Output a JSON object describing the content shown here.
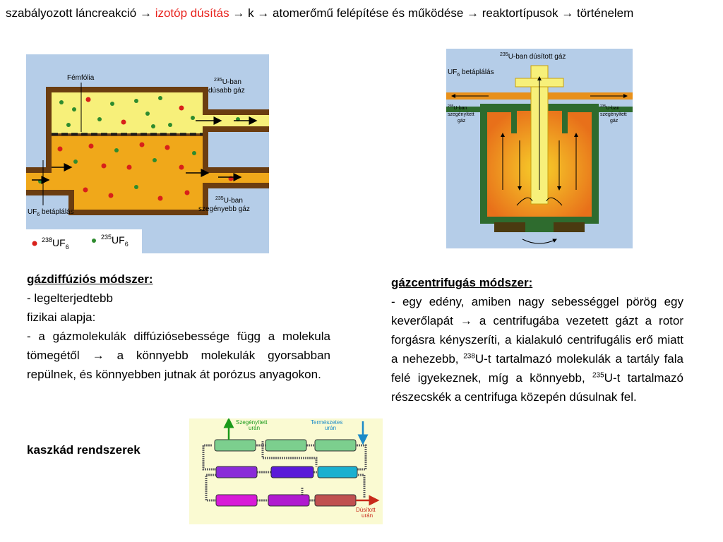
{
  "breadcrumb": {
    "items": [
      {
        "label": "szabályozott láncreakció",
        "active": false
      },
      {
        "label": "izotóp dúsítás",
        "active": true
      },
      {
        "label": "k",
        "active": false
      },
      {
        "label": "atomerőmű felépítése és működése",
        "active": false
      },
      {
        "label": "reaktortípusok",
        "active": false
      },
      {
        "label": "történelem",
        "active": false
      }
    ],
    "separator": "→"
  },
  "diffusion_figure": {
    "foil_label": "Fémfólia",
    "enriched_sup": "235",
    "enriched_label_1": "U-ban",
    "enriched_label_2": "dúsabb gáz",
    "depleted_sup": "235",
    "depleted_label_1": "U-ban",
    "depleted_label_2": "szegényebb gáz",
    "feed_label": "UF",
    "feed_sub": "6",
    "feed_label_end": " betáplálás",
    "legend_238_sup": "238",
    "legend_238_label": "UF",
    "legend_235_sup": "235",
    "legend_235_label": "UF",
    "legend_sub": "6",
    "colors": {
      "background": "#b5cde8",
      "light_gas": "#f7f07a",
      "heavy_gas": "#f0a81a",
      "wall": "#6b3d10",
      "heavy_dot": "#d8201a",
      "light_dot": "#2e8b2e"
    }
  },
  "centrifuge_figure": {
    "top_sup": "235",
    "top_label": "U-ban dúsított gáz",
    "feed_label": "UF",
    "feed_sub": "6",
    "feed_label_end": " betáplálás",
    "left_sup": "235",
    "left_label_1": "U-ban",
    "left_label_2": "szegényített",
    "left_label_3": "gáz",
    "right_sup": "235",
    "right_label_1": "U-ban",
    "right_label_2": "szegényített",
    "right_label_3": "gáz",
    "colors": {
      "background": "#b5cde8",
      "wall": "#2e6b2e",
      "pipe": "#e8901a",
      "core": "#f7f07a"
    }
  },
  "cascade_figure": {
    "depleted_label_1": "Szegényített",
    "depleted_label_2": "urán",
    "natural_label_1": "Természetes",
    "natural_label_2": "urán",
    "enriched_label_1": "Dúsított",
    "enriched_label_2": "urán",
    "colors": {
      "background": "#fafad2",
      "stage_1": "#7ccf8e",
      "stage_2": "#5fb8a8",
      "stage_3": "#8a2bd8",
      "stage_4": "#1ab0d0",
      "stage_5": "#d81ad8",
      "stage_6": "#c05050"
    }
  },
  "gas_diffusion": {
    "heading": "gázdiffúziós módszer:",
    "line1": "- legelterjedtebb",
    "line2": "fizikai alapja:",
    "line3": "- a gázmolekulák diffúziósebessége függ a molekula tömegétől → a könnyebb molekulák gyorsabban repülnek, és könnyebben jutnak át porózus anyagokon."
  },
  "cascade": {
    "heading": "kaszkád rendszerek"
  },
  "gas_centrifuge": {
    "heading": "gázcentrifugás módszer:",
    "text_part1": "- egy edény, amiben nagy sebességgel pörög egy keverőlapát → a centrifugába vezetett gázt a rotor forgásra kényszeríti, a kialakuló centrifugális erő miatt a nehezebb, ",
    "sup1": "238",
    "text_part2": "U-t tartalmazó molekulák a tartály fala felé igyekeznek, míg a könnyebb, ",
    "sup2": "235",
    "text_part3": "U-t tartalmazó részecskék a centrifuga közepén dúsulnak fel."
  }
}
